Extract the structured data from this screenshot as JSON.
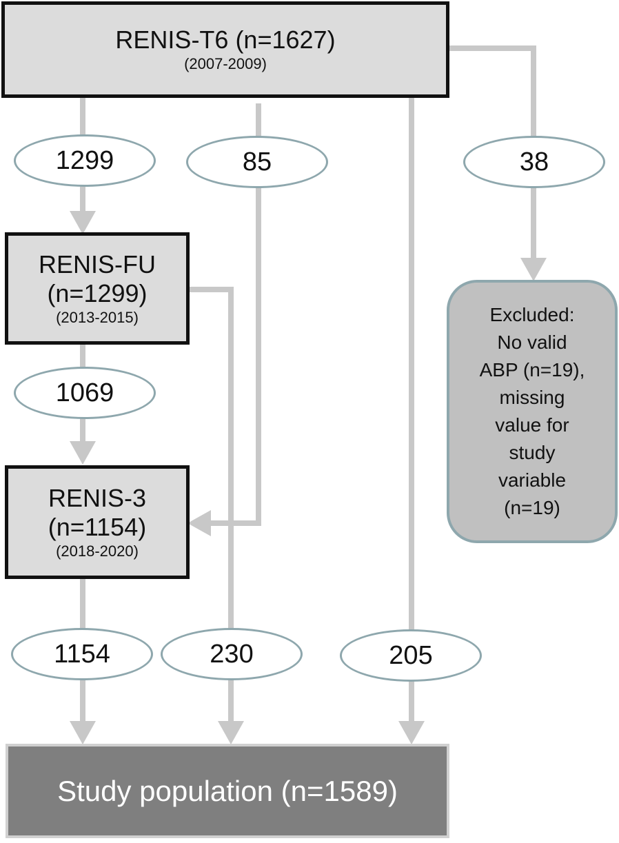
{
  "nodes": {
    "renis_t6": {
      "title": "RENIS-T6 (n=1627)",
      "years": "(2007-2009)"
    },
    "renis_fu": {
      "title": "RENIS-FU",
      "count": "(n=1299)",
      "years": "(2013-2015)"
    },
    "renis_3": {
      "title": "RENIS-3",
      "count": "(n=1154)",
      "years": "(2018-2020)"
    },
    "excluded": {
      "lines": [
        "Excluded:",
        "No valid",
        "ABP (n=19),",
        "missing",
        "value for",
        "study",
        "variable",
        "(n=19)"
      ]
    },
    "study_population": {
      "title": "Study population (n=1589)"
    }
  },
  "flows": {
    "t6_to_fu": "1299",
    "t6_to_renis3": "85",
    "t6_to_excluded": "38",
    "fu_to_renis3": "1069",
    "renis3_to_study": "1154",
    "fu_to_study": "230",
    "t6_to_study": "205"
  },
  "colors": {
    "connector": "#c8c8c8",
    "box_fill": "#dcdcdc",
    "box_border": "#111111",
    "oval_border": "#8ea7ad",
    "excluded_fill": "#c0c0c0",
    "study_fill": "#7f7f7f"
  }
}
